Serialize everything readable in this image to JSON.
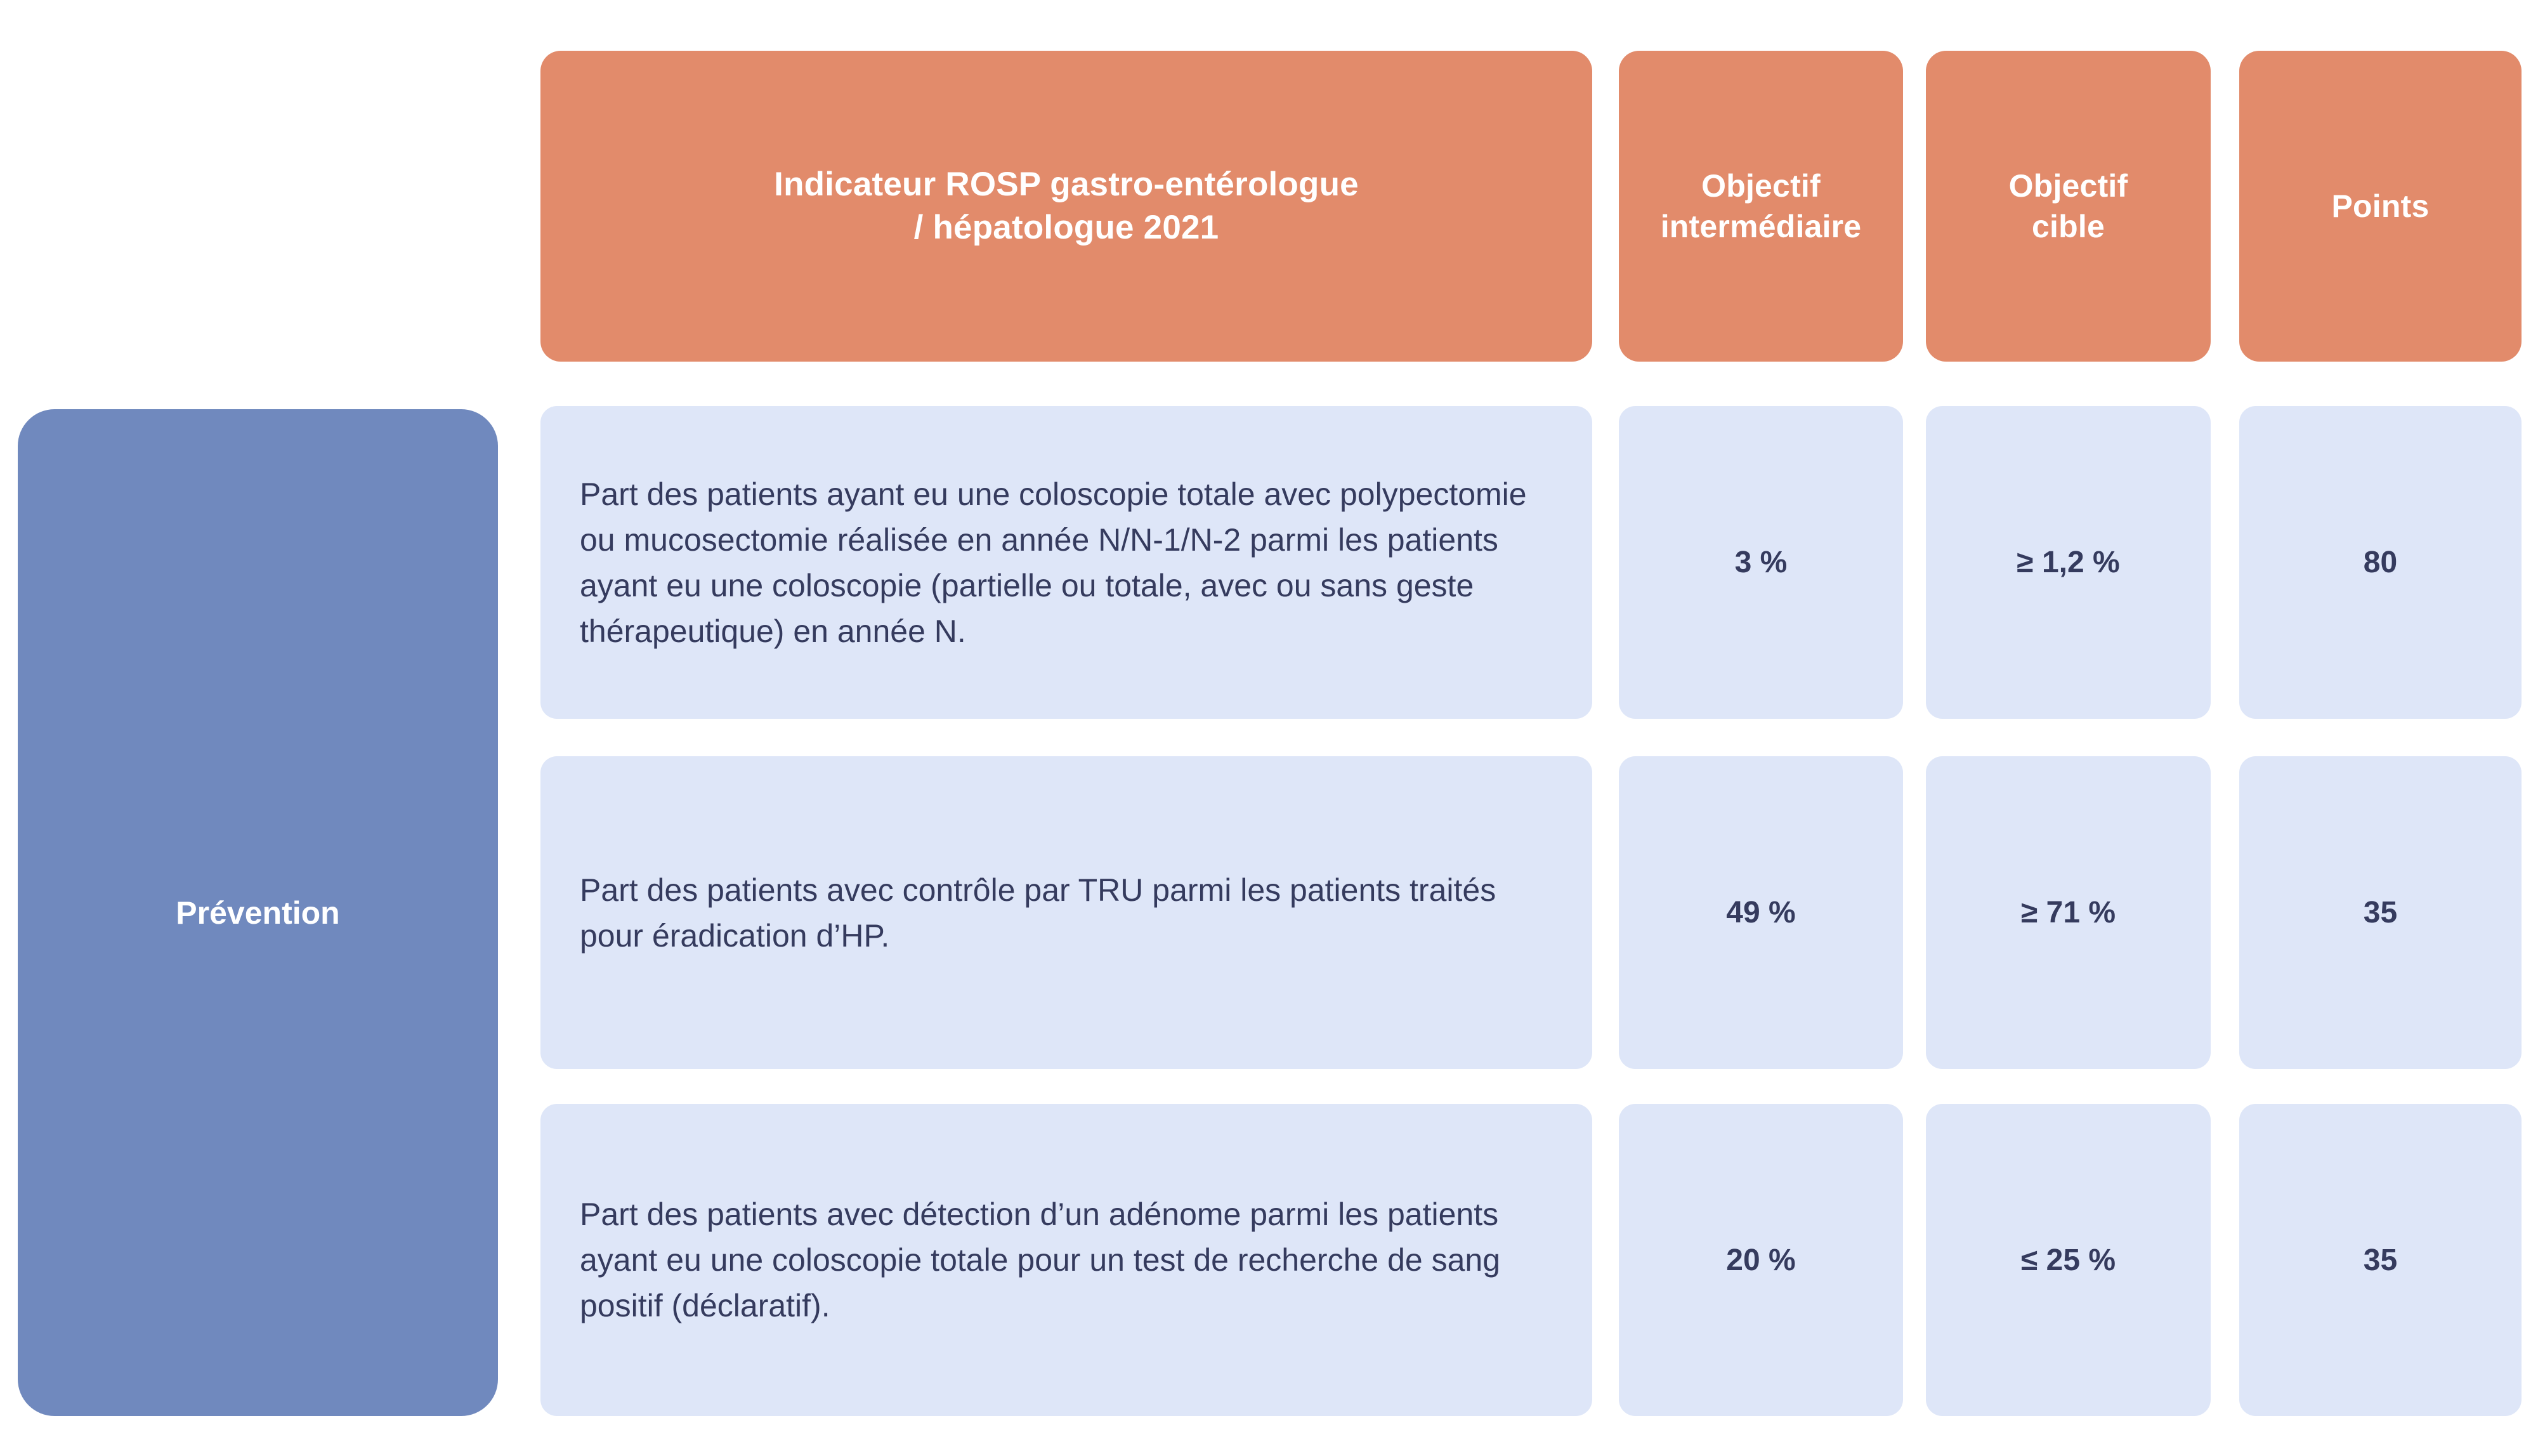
{
  "colors": {
    "header_background": "#E28B6B",
    "header_text": "#FFFFFF",
    "category_background": "#7089BE",
    "category_text": "#FFFFFF",
    "cell_background": "#DEE6F8",
    "cell_text": "#353B5E",
    "page_background": "#FFFFFF"
  },
  "table": {
    "headers": {
      "indicator": "Indicateur ROSP gastro-entérologue\n/ hépatologue 2021",
      "indicator_line1": "Indicateur ROSP gastro-entérologue",
      "indicator_line2": "/ hépatologue 2021",
      "objectif_intermediaire": "Objectif\nintermédiaire",
      "objectif_intermediaire_line1": "Objectif",
      "objectif_intermediaire_line2": "intermédiaire",
      "objectif_cible": "Objectif\ncible",
      "objectif_cible_line1": "Objectif",
      "objectif_cible_line2": "cible",
      "points": "Points"
    },
    "category": {
      "label": "Prévention"
    },
    "rows": [
      {
        "indicator": "Part des patients ayant eu une coloscopie totale avec polypectomie ou mucosectomie réalisée en année N/N-1/N-2 parmi les patients ayant eu une coloscopie (partielle ou totale, avec ou sans geste thérapeutique) en année N.",
        "objectif_intermediaire": "3 %",
        "objectif_cible": "≥ 1,2 %",
        "points": "80"
      },
      {
        "indicator": "Part des patients avec contrôle par TRU parmi les patients traités pour éradication d’HP.",
        "objectif_intermediaire": "49 %",
        "objectif_cible": "≥ 71 %",
        "points": "35"
      },
      {
        "indicator": "Part des patients avec détection d’un adénome parmi les patients ayant eu une coloscopie totale pour un test de recherche de sang positif (déclaratif).",
        "objectif_intermediaire": "20 %",
        "objectif_cible": "≤ 25 %",
        "points": "35"
      }
    ]
  }
}
